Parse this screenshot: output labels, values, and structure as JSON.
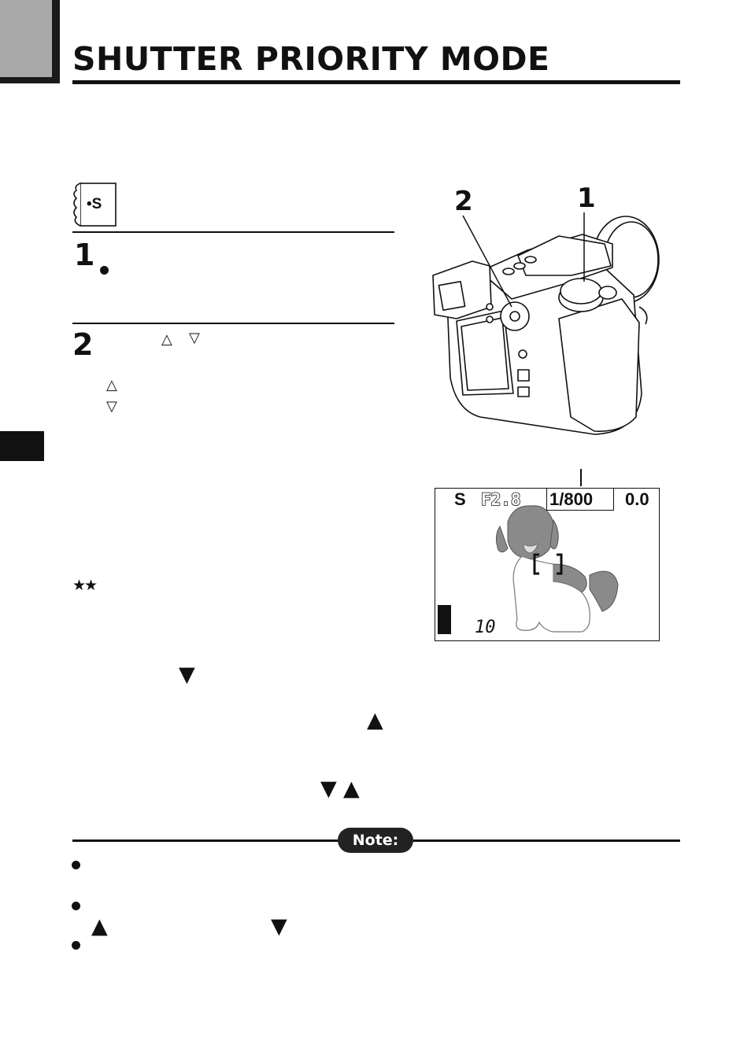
{
  "page": {
    "title": "SHUTTER PRIORITY MODE"
  },
  "mode_icon": {
    "label": "•S",
    "icon": "mode-dial-icon"
  },
  "steps": [
    {
      "number": "1",
      "bullet_icon": "bullet-dot"
    },
    {
      "number": "2",
      "triangle_up": "△",
      "triangle_down": "▽"
    }
  ],
  "step2_keys": {
    "up": "△",
    "down": "▽"
  },
  "stars": "★★",
  "camera": {
    "callout_1": "1",
    "callout_2": "2"
  },
  "monitor": {
    "mode": "S",
    "aperture": "F2.8",
    "shutter": "1/800",
    "ev": "0.0",
    "frames": "10"
  },
  "body_arrows": {
    "row1": "▼",
    "row2": "▲",
    "row3_down": "▼",
    "row3_up": "▲"
  },
  "note": {
    "label": "Note:",
    "bullets": [
      "bullet-dot",
      "bullet-dot",
      "bullet-dot"
    ],
    "arrow_up": "▲",
    "arrow_down": "▼"
  }
}
